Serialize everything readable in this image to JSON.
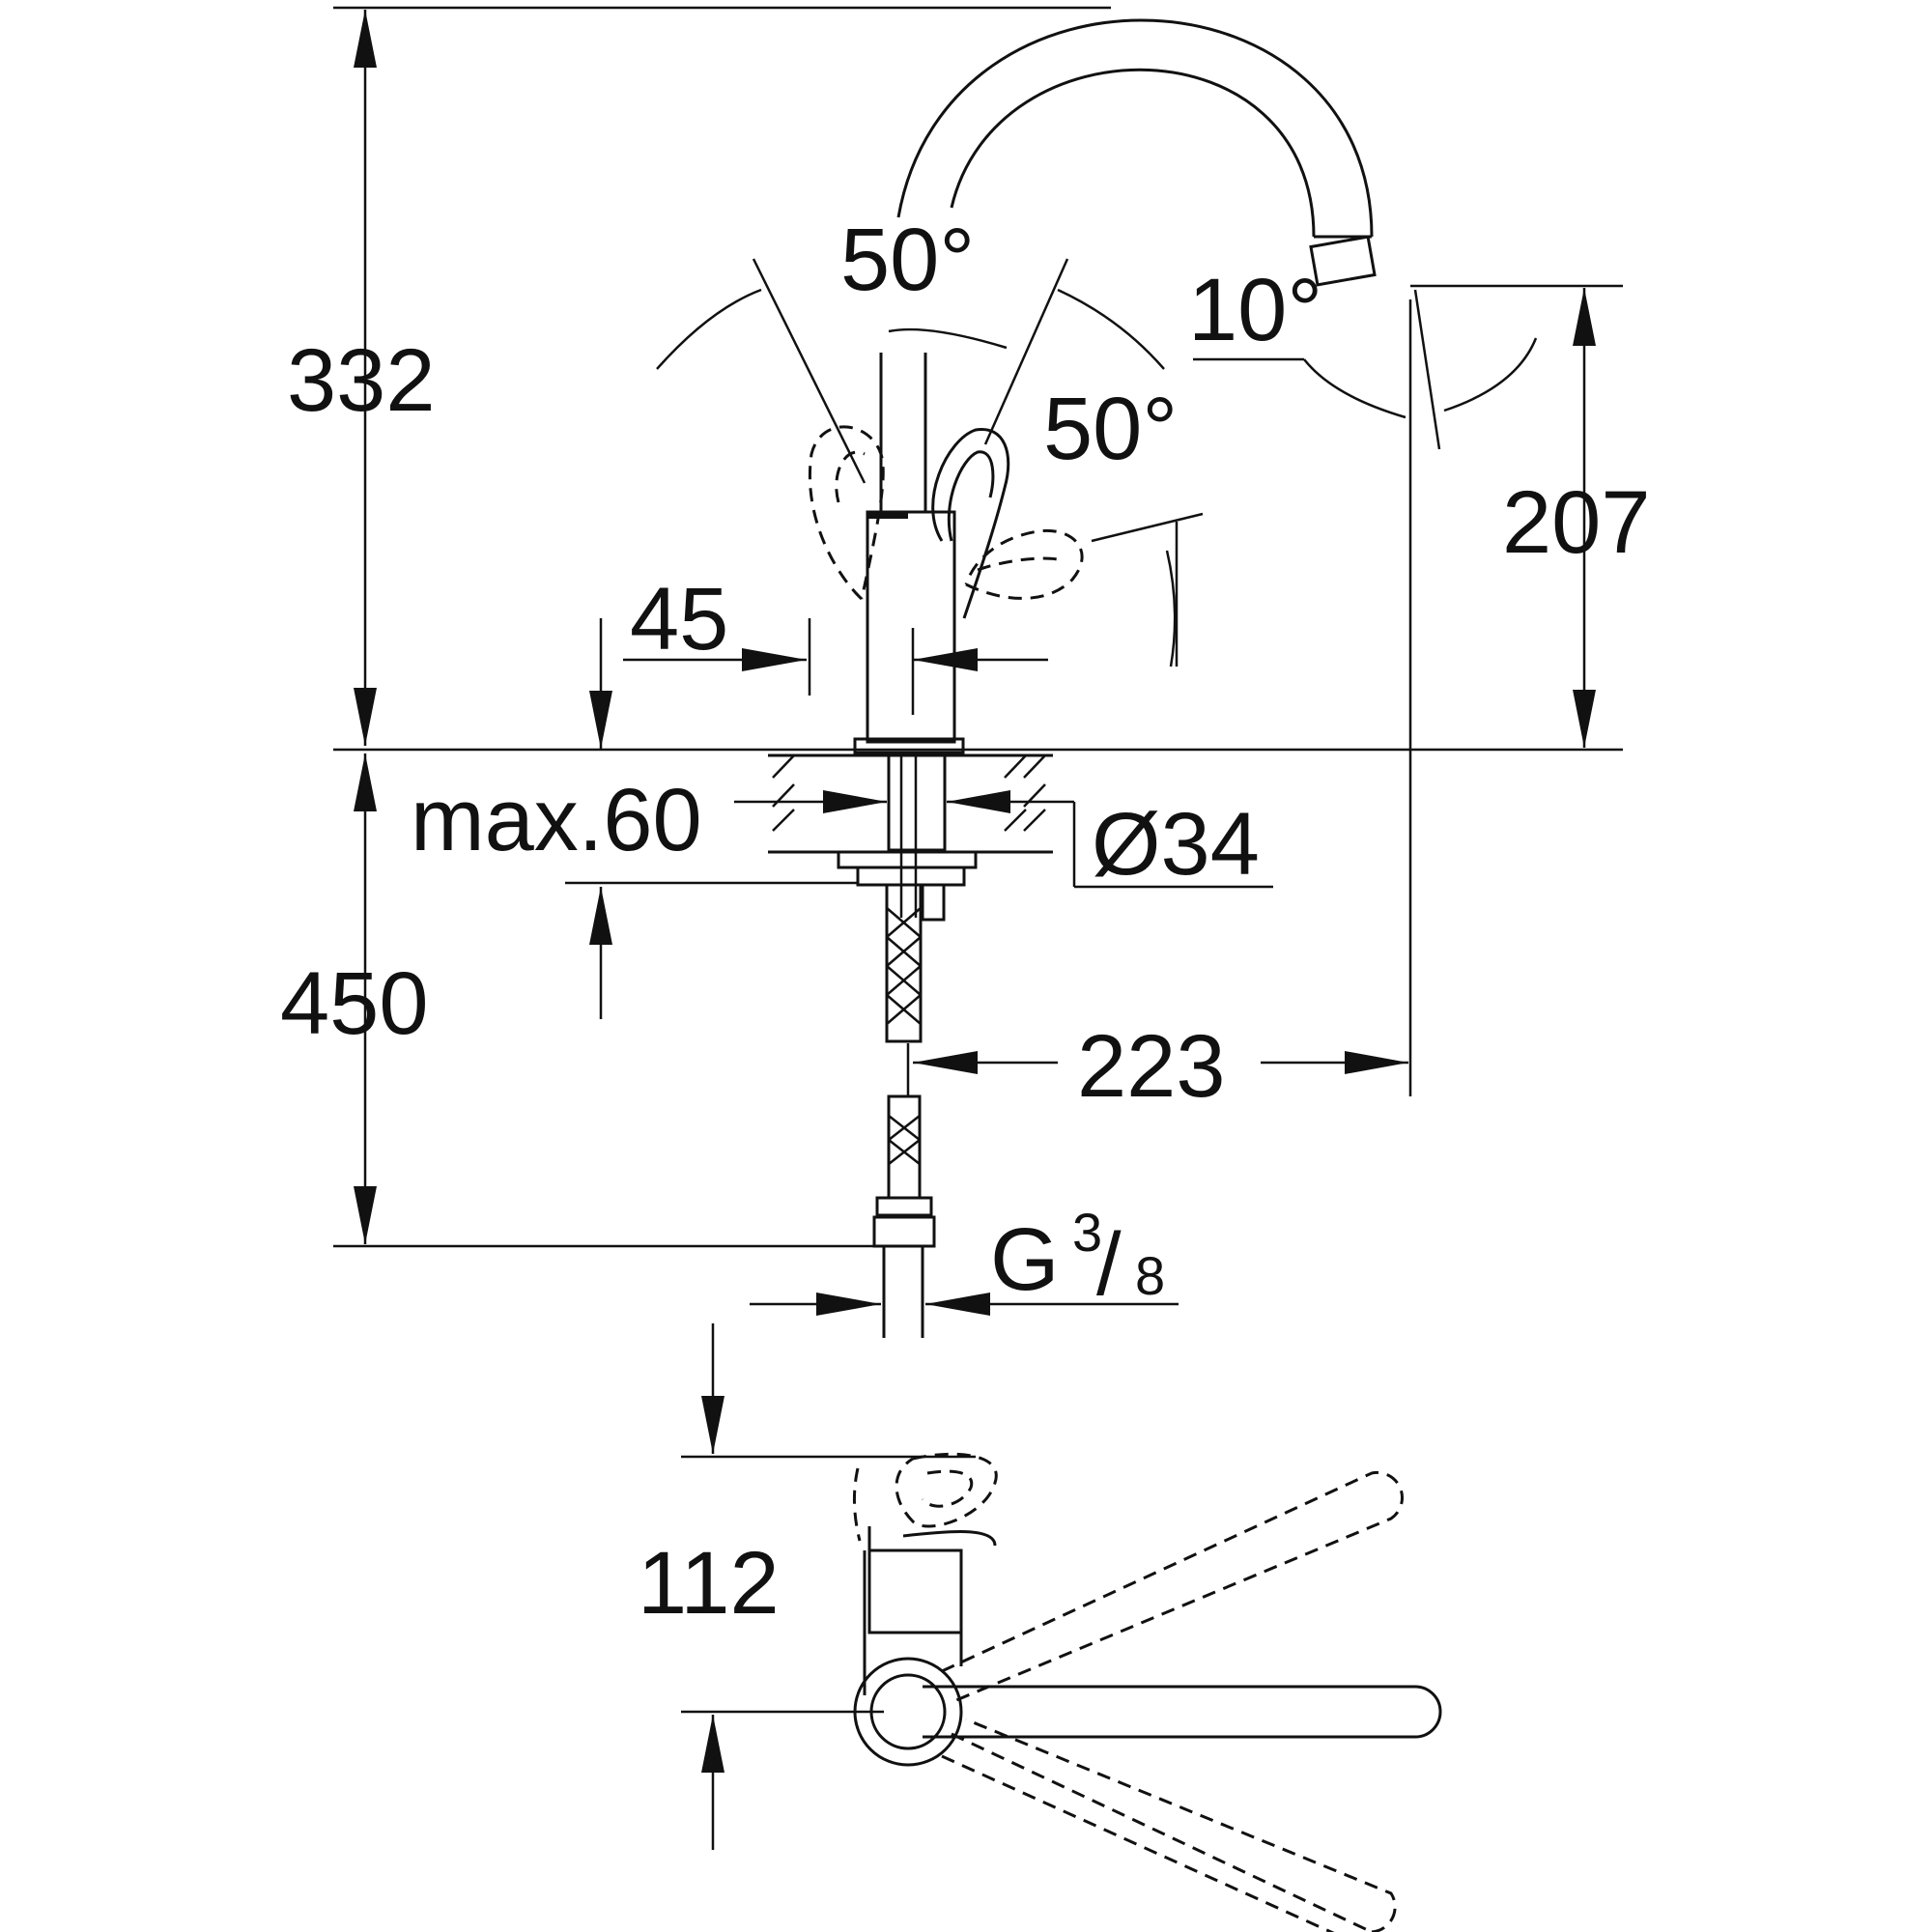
{
  "dimensions": {
    "total_height": "332",
    "spout_height": "207",
    "below_deck_hose": "450",
    "lever_offset": "45",
    "max_deck_thickness": "max.60",
    "hole_diameter": "Ø34",
    "spout_reach": "223",
    "lever_clearance": "112",
    "thread_main": "G",
    "thread_numerator": "3",
    "thread_denominator": "8"
  },
  "angles": {
    "lever_left": "50°",
    "lever_right": "50°",
    "spout_tilt": "10°"
  }
}
